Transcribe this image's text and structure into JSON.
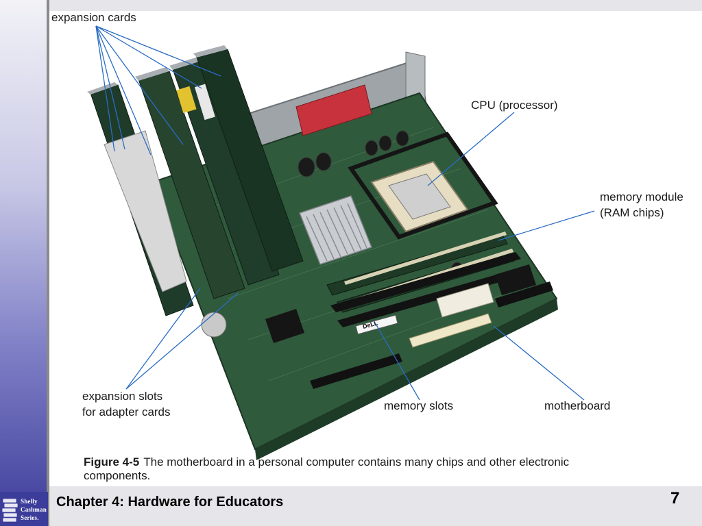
{
  "figure": {
    "labels": {
      "expansion_cards": "expansion cards",
      "cpu": "CPU (processor)",
      "memory_module_line1": "memory module",
      "memory_module_line2": "(RAM chips)",
      "expansion_slots_line1": "expansion slots",
      "expansion_slots_line2": "for adapter cards",
      "memory_slots": "memory slots",
      "motherboard": "motherboard"
    },
    "caption": {
      "number": "Figure 4-5",
      "text": "The motherboard in a personal computer contains many chips and other electronic components."
    },
    "board_label": "DeLL"
  },
  "footer": {
    "title": "Chapter 4: Hardware for Educators",
    "page_number": "7",
    "logo": {
      "line1": "Shelly",
      "line2": "Cashman",
      "line3": "Series."
    }
  },
  "colors": {
    "side_band_top": "#f2f2f7",
    "side_band_bottom": "#3c3c9a",
    "leader_line": "#2a6cc4",
    "board_green": "#2f5a3c"
  }
}
